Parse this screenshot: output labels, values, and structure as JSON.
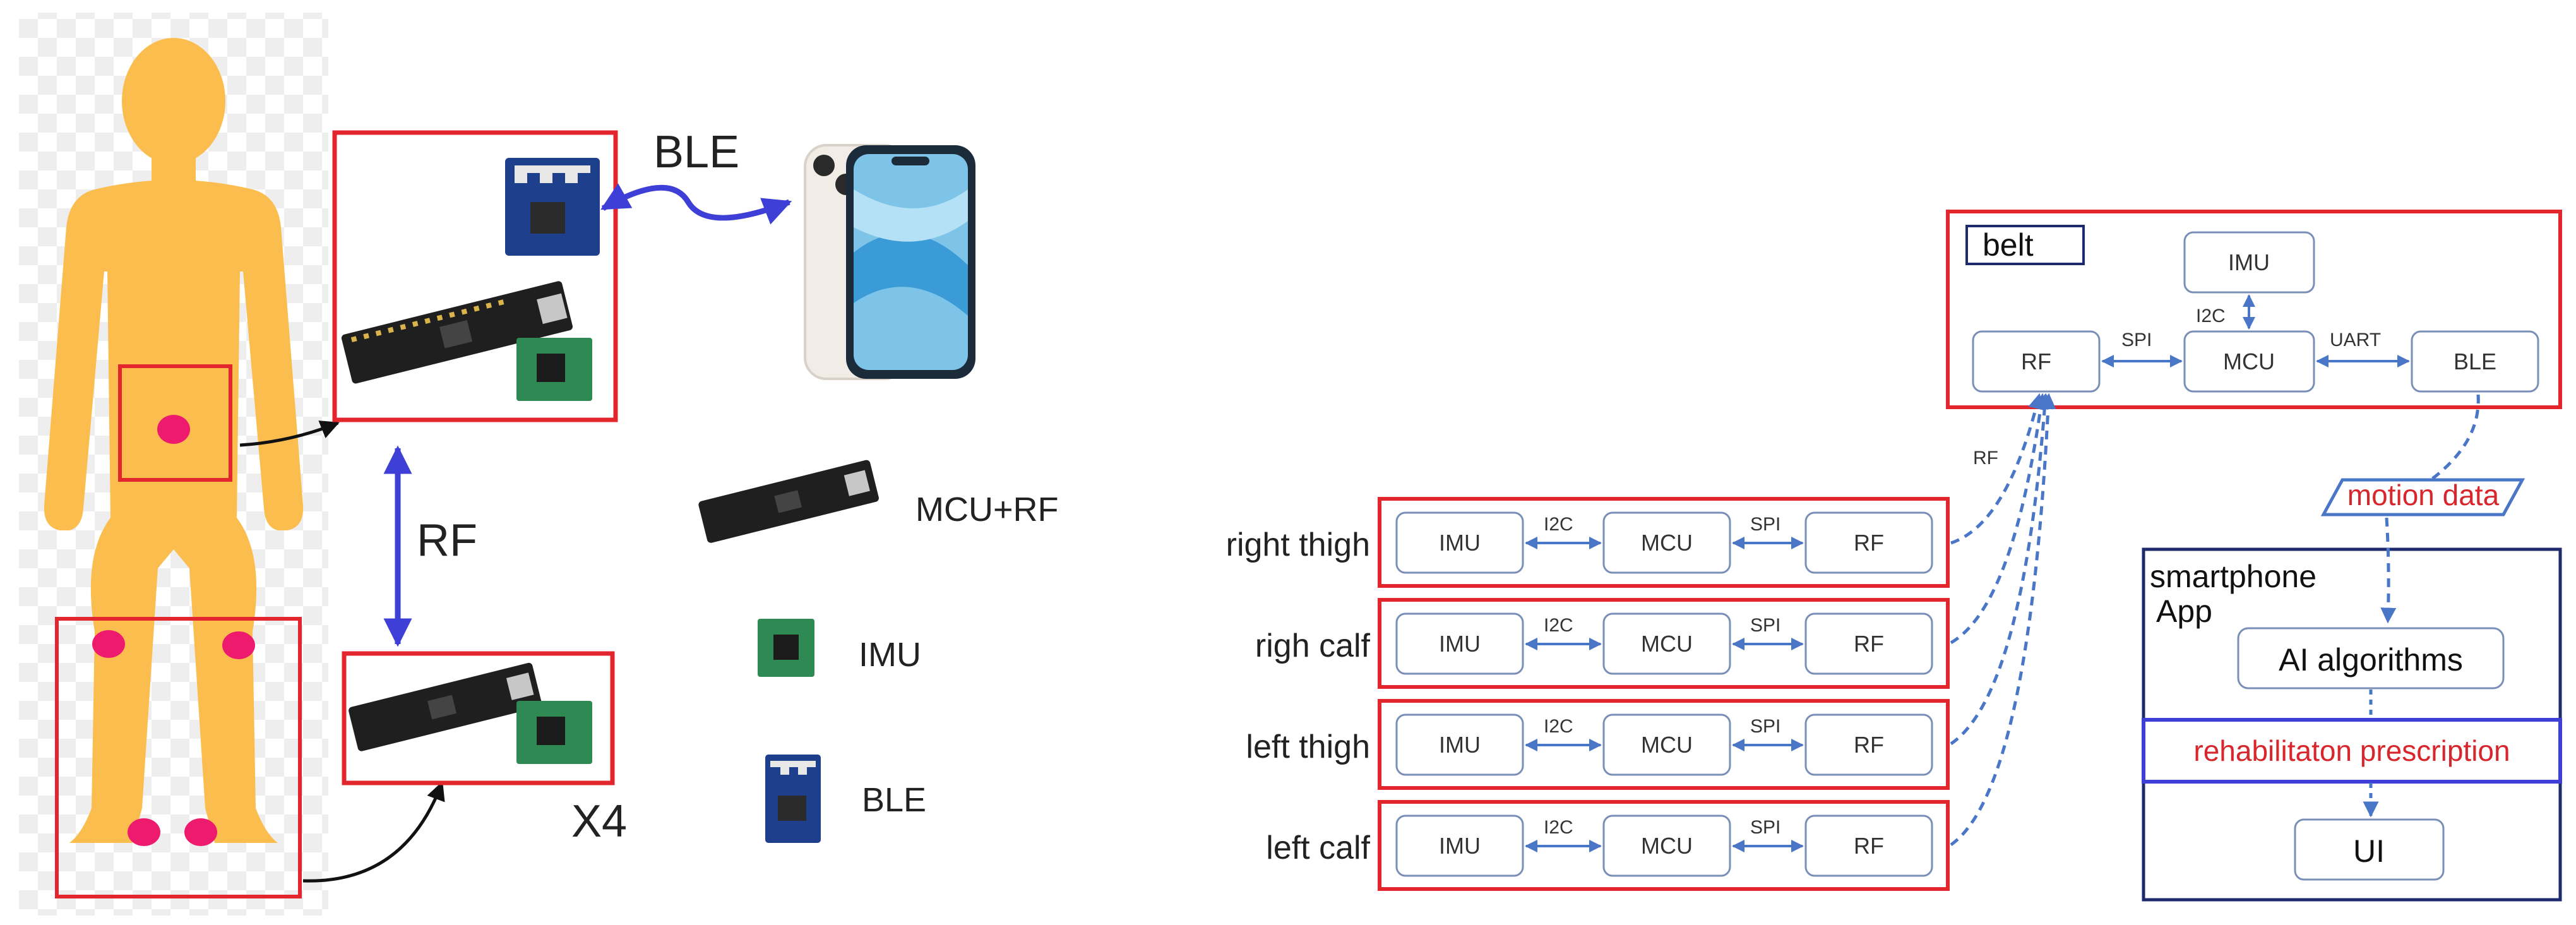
{
  "left_panel": {
    "ble_label": "BLE",
    "rf_label": "RF",
    "count_label": "X4",
    "legend": [
      {
        "label": "MCU+RF",
        "icon": "mcu-rf-board-icon"
      },
      {
        "label": "IMU",
        "icon": "imu-chip-icon"
      },
      {
        "label": "BLE",
        "icon": "ble-module-icon"
      }
    ],
    "colors": {
      "body": "#fbbd4e",
      "sensor": "#ee1a6e",
      "frame": "#e3262e",
      "link": "#3d3fd6"
    }
  },
  "belt": {
    "title": "belt",
    "imu": "IMU",
    "rf": "RF",
    "mcu": "MCU",
    "ble": "BLE",
    "i2c": "I2C",
    "spi": "SPI",
    "uart": "UART",
    "rf_link": "RF"
  },
  "nodes": [
    {
      "label": "right thigh",
      "imu": "IMU",
      "mcu": "MCU",
      "rf": "RF",
      "i2c": "I2C",
      "spi": "SPI"
    },
    {
      "label": "righ calf",
      "imu": "IMU",
      "mcu": "MCU",
      "rf": "RF",
      "i2c": "I2C",
      "spi": "SPI"
    },
    {
      "label": "left thigh",
      "imu": "IMU",
      "mcu": "MCU",
      "rf": "RF",
      "i2c": "I2C",
      "spi": "SPI"
    },
    {
      "label": "left calf",
      "imu": "IMU",
      "mcu": "MCU",
      "rf": "RF",
      "i2c": "I2C",
      "spi": "SPI"
    }
  ],
  "app": {
    "motion_data": "motion data",
    "title_line1": "smartphone",
    "title_line2": "App",
    "ai": "AI algorithms",
    "prescription": "rehabilitaton prescription",
    "ui": "UI"
  }
}
